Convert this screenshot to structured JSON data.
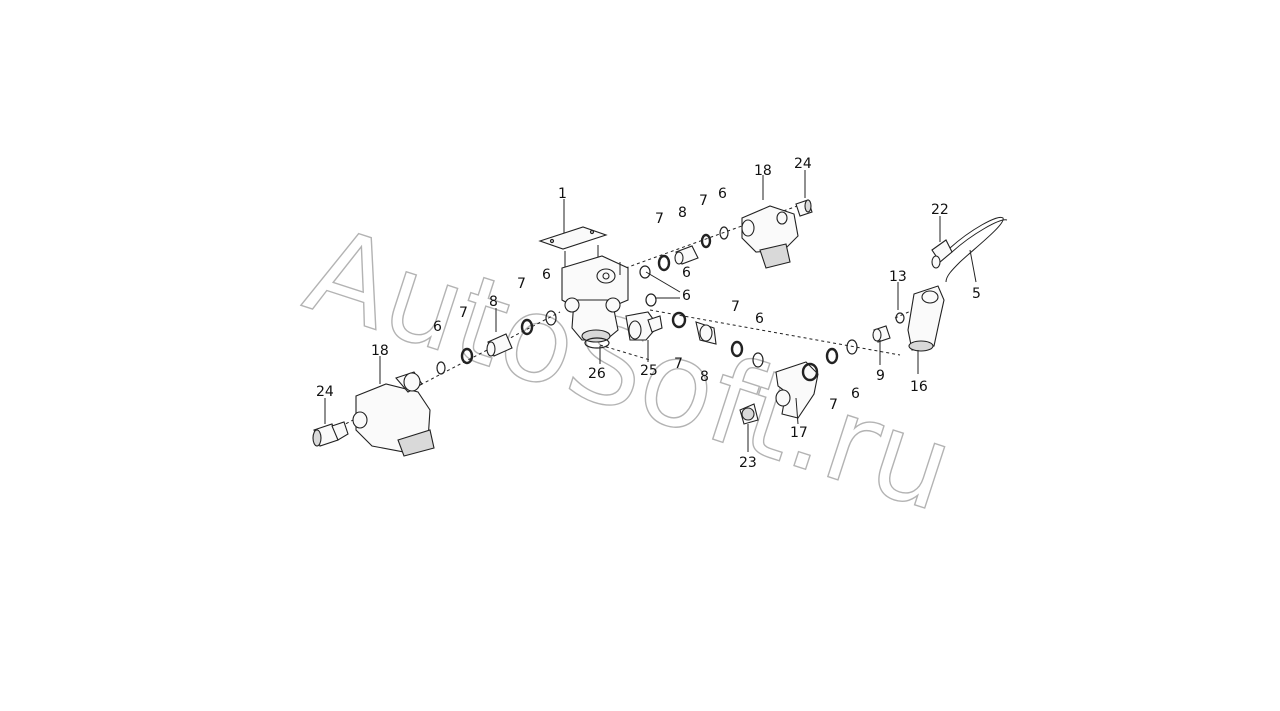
{
  "watermark": "AutoSoft.ru",
  "callouts": {
    "c1": "1",
    "c5": "5",
    "c6": "6",
    "c7": "7",
    "c8": "8",
    "c9": "9",
    "c13": "13",
    "c16": "16",
    "c17": "17",
    "c18": "18",
    "c22": "22",
    "c23": "23",
    "c24": "24",
    "c25": "25",
    "c26": "26"
  }
}
